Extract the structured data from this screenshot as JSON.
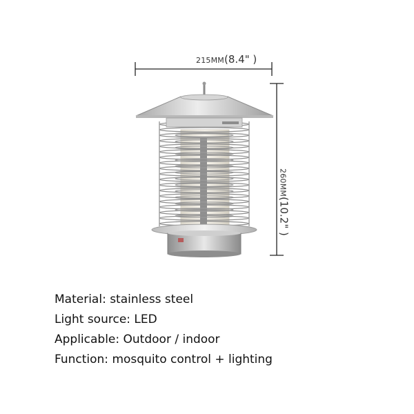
{
  "product_image": {
    "icon": "mosquito-killer-lamp",
    "colors": {
      "steel_light": "#e6e6e6",
      "steel_mid": "#b4b4b4",
      "steel_dark": "#7a7a7a",
      "bulb_glow": "#f4efe2"
    }
  },
  "dimensions": {
    "width": {
      "metric": "215MM",
      "imperial": "(8.4\" )"
    },
    "height": {
      "metric": "260MM",
      "imperial": "(10.2\" )"
    },
    "line_color": "#222222"
  },
  "specs": [
    {
      "text": "Material: stainless steel"
    },
    {
      "text": "Light source: LED"
    },
    {
      "text": "Applicable: Outdoor / indoor"
    },
    {
      "text": "Function: mosquito control + lighting"
    }
  ]
}
